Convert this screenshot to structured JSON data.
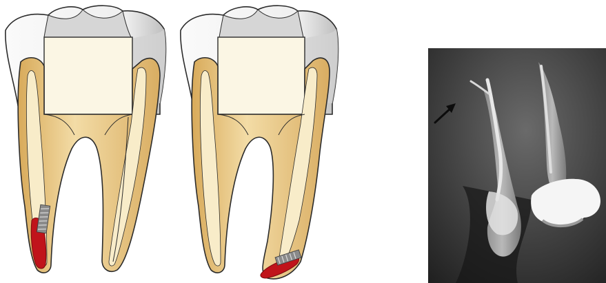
{
  "figure": {
    "panels": [
      {
        "id": "tooth-a",
        "depicts": "molar-illustration",
        "defect": "perforation-mesial-root"
      },
      {
        "id": "tooth-b",
        "depicts": "molar-illustration",
        "defect": "perforation-distal-root-apex"
      },
      {
        "id": "xray",
        "depicts": "dental-radiograph",
        "marker": "arrow-icon"
      }
    ]
  },
  "colors": {
    "outline": "#2b2b2b",
    "enamel": "#f4f4f4",
    "enamel_shade": "#c9c9c9",
    "pulp_chamber": "#fbf6e4",
    "dentin": "#e9c98b",
    "dentin_light": "#f6e6bd",
    "canal": "#fffaf0",
    "perforation": "#c0141b",
    "instrument": "#8a8a8a",
    "xray_bg": "#2e2e2e"
  }
}
